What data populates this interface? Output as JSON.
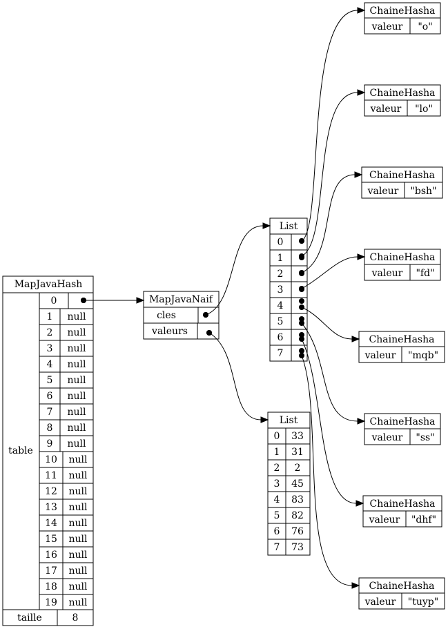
{
  "map_java_hash": {
    "title": "MapJavaHash",
    "table_label": "table",
    "rows": [
      {
        "index": "0",
        "value": ""
      },
      {
        "index": "1",
        "value": "null"
      },
      {
        "index": "2",
        "value": "null"
      },
      {
        "index": "3",
        "value": "null"
      },
      {
        "index": "4",
        "value": "null"
      },
      {
        "index": "5",
        "value": "null"
      },
      {
        "index": "6",
        "value": "null"
      },
      {
        "index": "7",
        "value": "null"
      },
      {
        "index": "8",
        "value": "null"
      },
      {
        "index": "9",
        "value": "null"
      },
      {
        "index": "10",
        "value": "null"
      },
      {
        "index": "11",
        "value": "null"
      },
      {
        "index": "12",
        "value": "null"
      },
      {
        "index": "13",
        "value": "null"
      },
      {
        "index": "14",
        "value": "null"
      },
      {
        "index": "15",
        "value": "null"
      },
      {
        "index": "16",
        "value": "null"
      },
      {
        "index": "17",
        "value": "null"
      },
      {
        "index": "18",
        "value": "null"
      },
      {
        "index": "19",
        "value": "null"
      }
    ],
    "size_label": "taille",
    "size_value": "8"
  },
  "map_java_naif": {
    "title": "MapJavaNaif",
    "keys_label": "cles",
    "values_label": "valeurs"
  },
  "keys_list": {
    "title": "List",
    "indices": [
      "0",
      "1",
      "2",
      "3",
      "4",
      "5",
      "6",
      "7"
    ]
  },
  "values_list": {
    "title": "List",
    "rows": [
      {
        "index": "0",
        "value": "33"
      },
      {
        "index": "1",
        "value": "31"
      },
      {
        "index": "2",
        "value": "2"
      },
      {
        "index": "3",
        "value": "45"
      },
      {
        "index": "4",
        "value": "83"
      },
      {
        "index": "5",
        "value": "82"
      },
      {
        "index": "6",
        "value": "76"
      },
      {
        "index": "7",
        "value": "73"
      }
    ]
  },
  "chaines": [
    {
      "title": "ChaineHasha",
      "field": "valeur",
      "value": "\"o\""
    },
    {
      "title": "ChaineHasha",
      "field": "valeur",
      "value": "\"lo\""
    },
    {
      "title": "ChaineHasha",
      "field": "valeur",
      "value": "\"bsh\""
    },
    {
      "title": "ChaineHasha",
      "field": "valeur",
      "value": "\"fd\""
    },
    {
      "title": "ChaineHasha",
      "field": "valeur",
      "value": "\"mqb\""
    },
    {
      "title": "ChaineHasha",
      "field": "valeur",
      "value": "\"ss\""
    },
    {
      "title": "ChaineHasha",
      "field": "valeur",
      "value": "\"dhf\""
    },
    {
      "title": "ChaineHasha",
      "field": "valeur",
      "value": "\"tuyp\""
    }
  ]
}
